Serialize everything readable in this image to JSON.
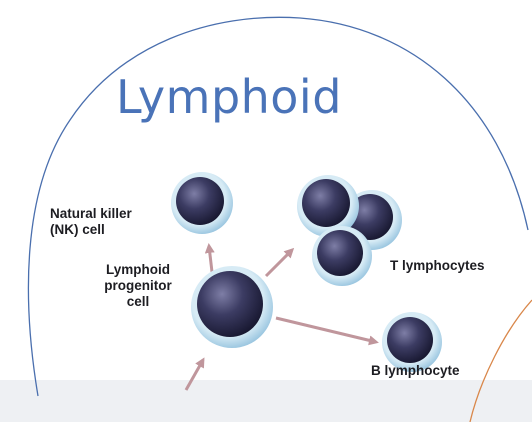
{
  "title": "Lymphoid",
  "cells": {
    "nk": {
      "lines": [
        "Natural killer",
        "(NK) cell"
      ]
    },
    "progenitor": {
      "lines": [
        "Lymphoid",
        "progenitor",
        "cell"
      ]
    },
    "t": {
      "label": "T lymphocytes"
    },
    "b": {
      "label": "B lymphocyte"
    }
  },
  "colors": {
    "title": "#4a73b8",
    "outline": "#4a6fae",
    "arrow": "#c0969c",
    "cell_body": "#2a2a4e",
    "cell_rim": "#a9cfe6",
    "orange_curve": "#d9874a",
    "bottom_band": "#eef0f3"
  }
}
